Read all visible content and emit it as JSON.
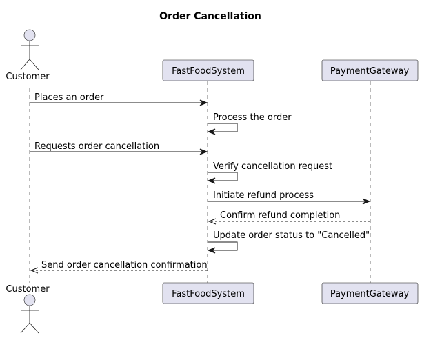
{
  "title": "Order Cancellation",
  "participants": {
    "customer": "Customer",
    "fastfood": "FastFoodSystem",
    "gateway": "PaymentGateway"
  },
  "messages": [
    {
      "text": "Places an order",
      "from": "customer",
      "to": "fastfood",
      "style": "solid"
    },
    {
      "text": "Process the order",
      "from": "fastfood",
      "to": "fastfood",
      "style": "solid"
    },
    {
      "text": "Requests order cancellation",
      "from": "customer",
      "to": "fastfood",
      "style": "solid"
    },
    {
      "text": "Verify cancellation request",
      "from": "fastfood",
      "to": "fastfood",
      "style": "solid"
    },
    {
      "text": "Initiate refund process",
      "from": "fastfood",
      "to": "gateway",
      "style": "solid"
    },
    {
      "text": "Confirm refund completion",
      "from": "gateway",
      "to": "fastfood",
      "style": "dashed"
    },
    {
      "text": "Update order status to \"Cancelled\"",
      "from": "fastfood",
      "to": "fastfood",
      "style": "solid"
    },
    {
      "text": "Send order cancellation confirmation",
      "from": "fastfood",
      "to": "customer",
      "style": "dashed"
    }
  ],
  "colors": {
    "participant_fill": "#E2E2F0",
    "line": "#181818"
  }
}
